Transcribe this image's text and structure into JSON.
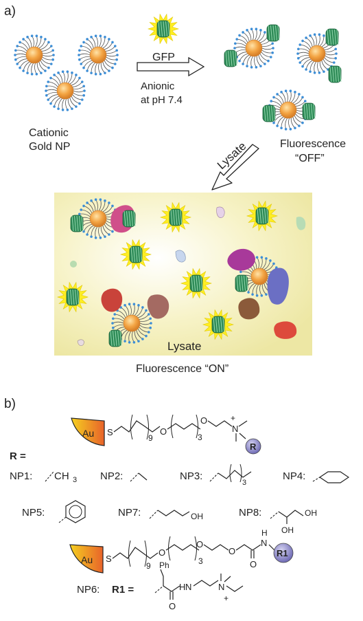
{
  "panel_a": {
    "label": "a)",
    "gfp_label": "GFP",
    "arrow_label_1": "Anionic",
    "arrow_label_2": "at pH 7.4",
    "np_label_1": "Cationic",
    "np_label_2": "Gold NP",
    "off_label_1": "Fluorescence",
    "off_label_2": "“OFF”",
    "lysate_arrow_label": "Lysate",
    "lysate_box_label": "Lysate",
    "on_label": "Fluorescence “ON”"
  },
  "panel_b": {
    "label": "b)",
    "au_label": "Au",
    "s_label": "S",
    "o_label": "O",
    "n_label": "N",
    "plus_label": "+",
    "sub_9": "9",
    "sub_3": "3",
    "r_label": "R",
    "r_header": "R =",
    "np1": "NP1:",
    "np1_group": "CH",
    "np2": "NP2:",
    "np3": "NP3:",
    "np4": "NP4:",
    "np5": "NP5:",
    "np7": "NP7:",
    "np8": "NP8:",
    "oh_label": "OH",
    "h_label": "H",
    "r1_label": "R1",
    "np6": "NP6:",
    "r1_eq": "R1 =",
    "ph_label": "Ph"
  },
  "colors": {
    "gold_core": "#f0a040",
    "lysate_bg": "#f4f0b8",
    "gfp_green": "#2e8b57",
    "starburst": "#ffee22",
    "r_ball": "#8a86c8"
  }
}
